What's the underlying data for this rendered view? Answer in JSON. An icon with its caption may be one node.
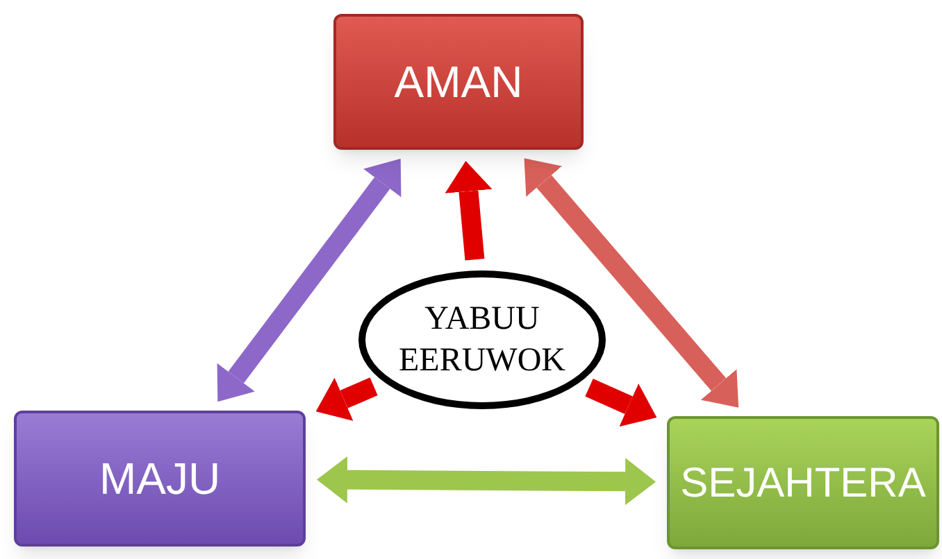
{
  "diagram": {
    "nodes": [
      {
        "text": [
          "AMAN"
        ]
      },
      {
        "text": [
          "YABUU EERUWOK"
        ]
      },
      {
        "text": [
          "MAJU"
        ]
      },
      {
        "text": [
          "SEJAHTERA"
        ]
      }
    ],
    "edges": [
      {
        "from": 1,
        "to": 0,
        "arrow": "to"
      },
      {
        "from": 1,
        "to": 2,
        "arrow": "to"
      },
      {
        "from": 1,
        "to": 3,
        "arrow": "to"
      },
      {
        "from": 2,
        "to": 0,
        "arrow": "both",
        "color": "#8d68c9"
      },
      {
        "from": 0,
        "to": 3,
        "arrow": "both",
        "color": "#d8605a"
      },
      {
        "from": 2,
        "to": 3,
        "arrow": "both",
        "color": "#9dc64c"
      }
    ]
  }
}
